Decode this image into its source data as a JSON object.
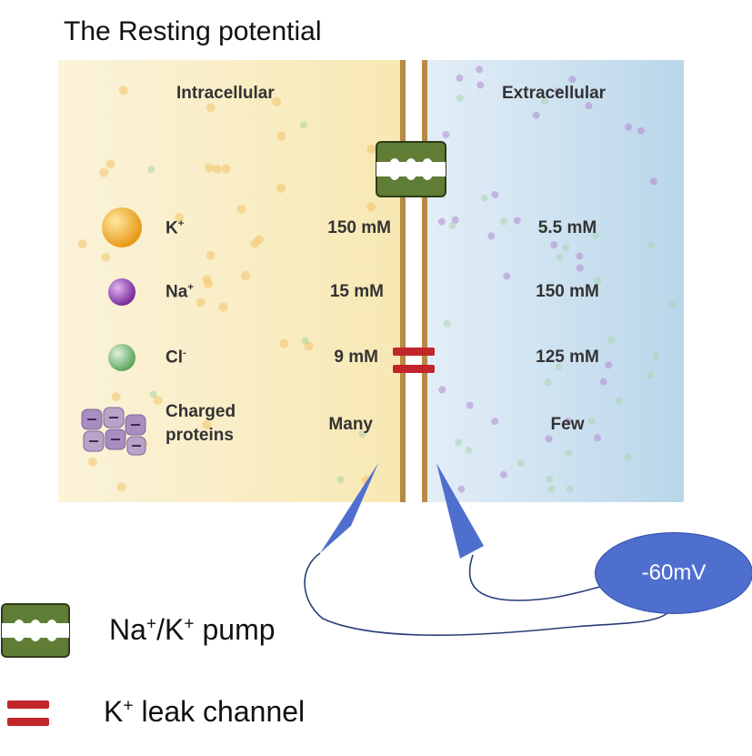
{
  "title": "The Resting potential",
  "regions": {
    "intracellular": "Intracellular",
    "extracellular": "Extracellular"
  },
  "ions": [
    {
      "name": "K",
      "charge": "+",
      "intracellular": "150 mM",
      "extracellular": "5.5 mM",
      "color": "#f0a928"
    },
    {
      "name": "Na",
      "charge": "+",
      "intracellular": "15 mM",
      "extracellular": "150 mM",
      "color": "#8e3fb0"
    },
    {
      "name": "Cl",
      "charge": "-",
      "intracellular": "9 mM",
      "extracellular": "125 mM",
      "color": "#6fb06f"
    },
    {
      "name": "Charged proteins",
      "line1": "Charged",
      "line2": "proteins",
      "intracellular": "Many",
      "extracellular": "Few",
      "color": "#b9a3c9"
    }
  ],
  "voltmeter": {
    "reading": "-60mV",
    "color": "#4f6fcf"
  },
  "legend": {
    "pump": {
      "prefix": "Na",
      "sup1": "+",
      "mid": "/K",
      "sup2": "+",
      "suffix": " pump",
      "color": "#5f7d35"
    },
    "leak": {
      "prefix": "K",
      "sup": "+",
      "suffix": " leak channel",
      "color": "#c0262a"
    }
  },
  "colors": {
    "membrane": "#b78a45",
    "electrode": "#4f6fcf",
    "wire": "#2a3d7a"
  }
}
